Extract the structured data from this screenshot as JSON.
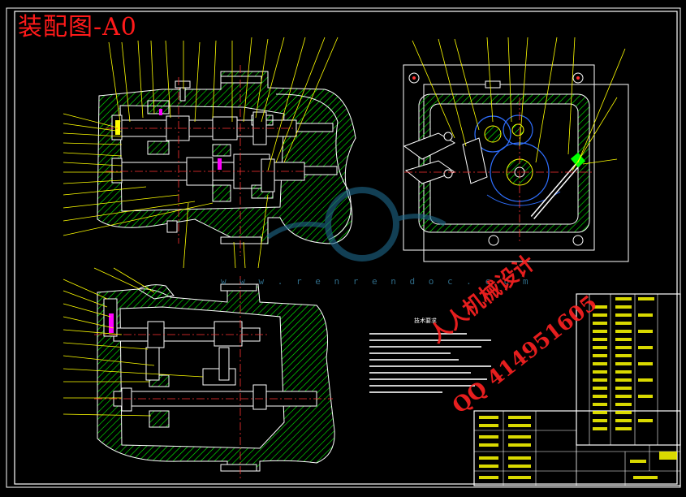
{
  "drawing": {
    "title": "装配图-A0",
    "watermark_url": "w w w . r e n r e n d o c . c o m",
    "watermark_text": "人人机械设计",
    "watermark_qq": "QQ 414951605",
    "notes_heading": "技术要求"
  },
  "colors": {
    "background": "#000000",
    "frame": "#ffffff",
    "outline": "#ffffff",
    "hatch": "#00ff00",
    "centerline": "#ff3333",
    "leader": "#ffff00",
    "gear": "#2f6fff",
    "magenta": "#ff00ff",
    "watermark": "#ff2222"
  }
}
